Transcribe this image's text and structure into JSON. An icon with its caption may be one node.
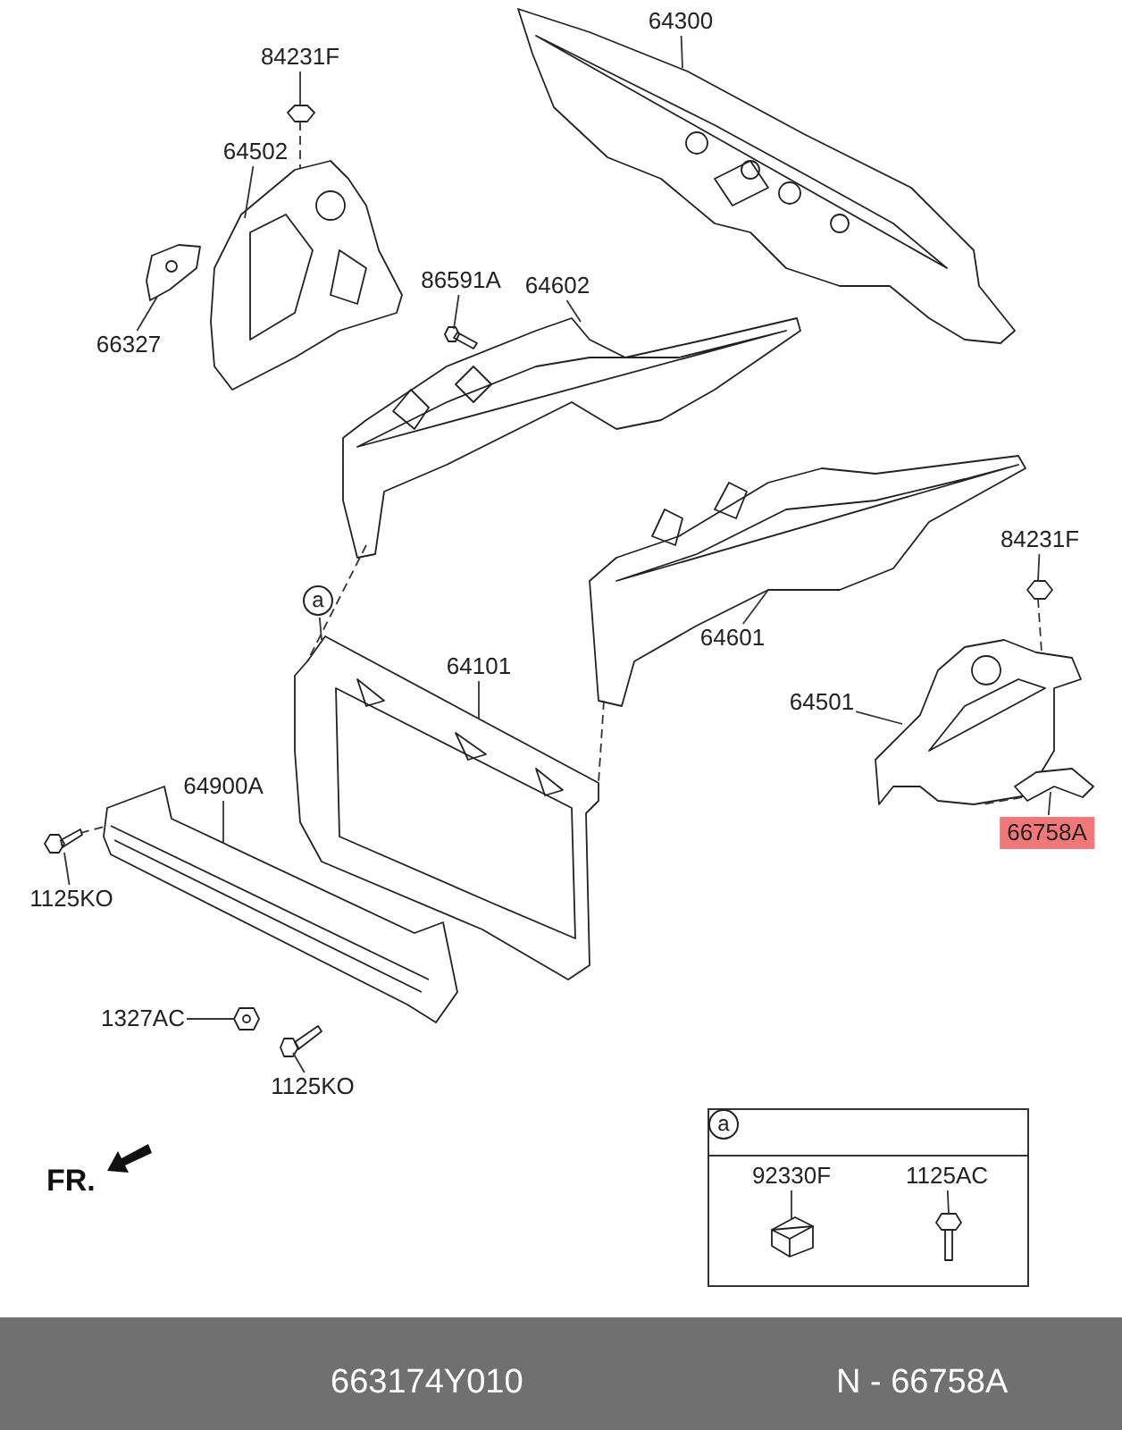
{
  "diagram": {
    "nodes": [
      {
        "text": [
          "64300"
        ]
      },
      {
        "text": [
          "84231F"
        ]
      },
      {
        "text": [
          "64502"
        ]
      },
      {
        "text": [
          "66327"
        ]
      },
      {
        "text": [
          "86591A"
        ]
      },
      {
        "text": [
          "64602"
        ]
      },
      {
        "text": [
          "84231F"
        ]
      },
      {
        "text": [
          "64601"
        ]
      },
      {
        "text": [
          "64501"
        ]
      },
      {
        "text": [
          "66758A"
        ]
      },
      {
        "text": [
          "a"
        ]
      },
      {
        "text": [
          "64101"
        ]
      },
      {
        "text": [
          "1125KO"
        ]
      },
      {
        "text": [
          "64900A"
        ]
      },
      {
        "text": [
          "1327AC"
        ]
      },
      {
        "text": [
          "1125KO"
        ]
      },
      {
        "text": [],
        "shape": "box"
      },
      {
        "text": [
          "92330F"
        ],
        "in": 16
      },
      {
        "text": [
          "1125AC"
        ],
        "in": 16
      },
      {
        "text": [],
        "shape": "picture"
      },
      {
        "text": [],
        "shape": "picture"
      },
      {
        "text": [],
        "shape": "picture"
      },
      {
        "text": [],
        "shape": "picture"
      },
      {
        "text": [],
        "shape": "picture"
      },
      {
        "text": [],
        "shape": "picture"
      },
      {
        "text": [],
        "shape": "picture"
      },
      {
        "text": [],
        "shape": "picture"
      },
      {
        "text": [],
        "shape": "picture"
      },
      {
        "text": [],
        "shape": "picture"
      },
      {
        "text": [],
        "shape": "picture"
      },
      {
        "text": [],
        "shape": "picture"
      },
      {
        "text": [],
        "shape": "picture"
      },
      {
        "text": [],
        "shape": "picture"
      },
      {
        "text": [],
        "shape": "picture"
      },
      {
        "text": [],
        "shape": "picture",
        "in": 16
      },
      {
        "text": [],
        "shape": "picture",
        "in": 16
      },
      {
        "text": [
          "a"
        ],
        "in": 16
      }
    ],
    "edges": [
      {
        "from": 0,
        "to": 19,
        "arrow": "none"
      },
      {
        "from": 1,
        "to": 20,
        "arrow": "none"
      },
      {
        "from": 2,
        "to": 21,
        "arrow": "none"
      },
      {
        "from": 3,
        "to": 22,
        "arrow": "none"
      },
      {
        "from": 4,
        "to": 23,
        "arrow": "none"
      },
      {
        "from": 5,
        "to": 24,
        "arrow": "none"
      },
      {
        "from": 6,
        "to": 25,
        "arrow": "none"
      },
      {
        "from": 7,
        "to": 26,
        "arrow": "none"
      },
      {
        "from": 8,
        "to": 27,
        "arrow": "none"
      },
      {
        "from": 9,
        "to": 28,
        "arrow": "none"
      },
      {
        "from": 10,
        "to": 29,
        "arrow": "none"
      },
      {
        "from": 11,
        "to": 29,
        "arrow": "none"
      },
      {
        "from": 12,
        "to": 30,
        "arrow": "none"
      },
      {
        "from": 13,
        "to": 31,
        "arrow": "none"
      },
      {
        "from": 14,
        "to": 32,
        "arrow": "none"
      },
      {
        "from": 15,
        "to": 33,
        "arrow": "none"
      },
      {
        "from": 17,
        "to": 34,
        "arrow": "none"
      },
      {
        "from": 18,
        "to": 35,
        "arrow": "none"
      },
      {
        "from": 20,
        "to": 21,
        "arrow": "none",
        "style": "dashed"
      },
      {
        "from": 24,
        "to": 29,
        "arrow": "none",
        "style": "dashed"
      },
      {
        "from": 26,
        "to": 29,
        "arrow": "none",
        "style": "dashed"
      },
      {
        "from": 30,
        "to": 31,
        "arrow": "none",
        "style": "dashed"
      },
      {
        "from": 25,
        "to": 27,
        "arrow": "none",
        "style": "dashed"
      },
      {
        "from": 28,
        "to": 27,
        "arrow": "none",
        "style": "dashed"
      }
    ],
    "labels": [
      "FR.",
      "663174Y010",
      "N - 66758A"
    ]
  }
}
